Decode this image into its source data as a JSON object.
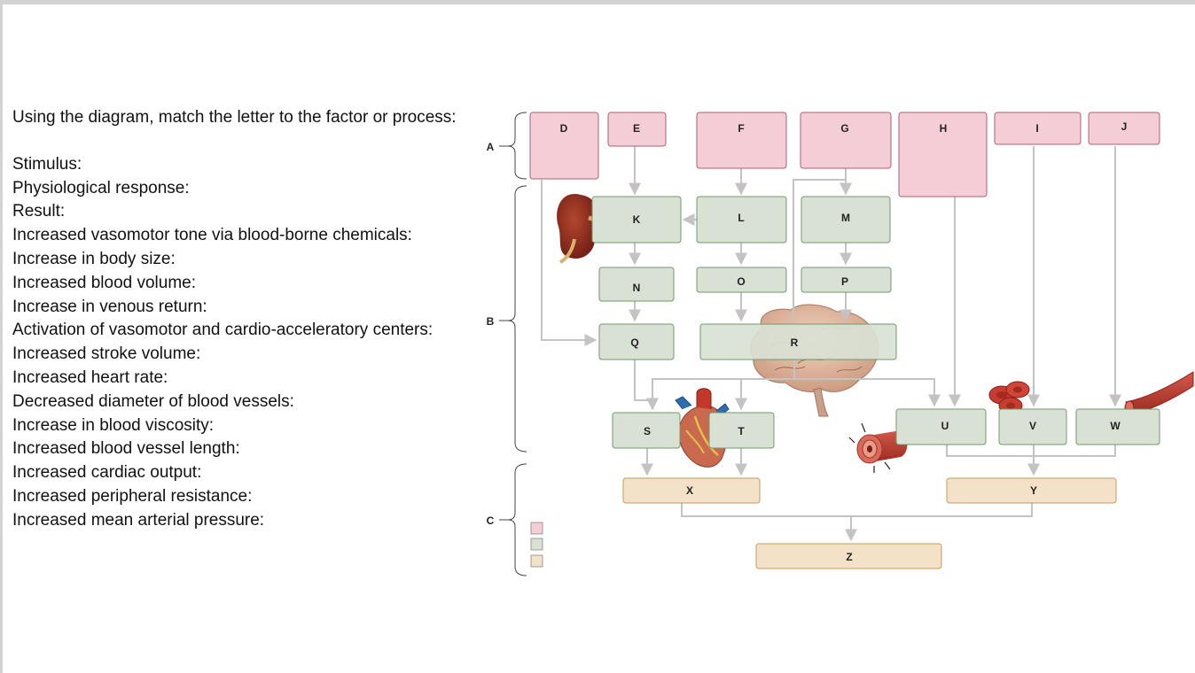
{
  "question": "Using the diagram, match the letter to the factor or process:",
  "items": [
    "Stimulus:",
    "Physiological response:",
    "Result:",
    "Increased vasomotor tone via blood-borne chemicals:",
    "Increase in body size:",
    "Increased blood volume:",
    "Increase in venous return:",
    "Activation of vasomotor and cardio-acceleratory centers:",
    "Increased stroke volume:",
    "Increased heart rate:",
    "Decreased diameter of blood vessels:",
    "Increase in blood viscosity:",
    "Increased blood vessel length:",
    "Increased cardiac output:",
    "Increased peripheral resistance:",
    "Increased mean arterial pressure:"
  ],
  "diagram": {
    "brackets": {
      "A": "A",
      "B": "B",
      "C": "C"
    },
    "boxes": {
      "D": "D",
      "E": "E",
      "F": "F",
      "G": "G",
      "H": "H",
      "I": "I",
      "J": "J",
      "K": "K",
      "L": "L",
      "M": "M",
      "N": "N",
      "O": "O",
      "P": "P",
      "Q": "Q",
      "R": "R",
      "S": "S",
      "T": "T",
      "U": "U",
      "V": "V",
      "W": "W",
      "X": "X",
      "Y": "Y",
      "Z": "Z"
    },
    "colors": {
      "stimulus": "#f5cdd6",
      "response": "#d9e1d4",
      "result": "#f3e2c8",
      "box_border_stimulus": "#b06070",
      "box_border_response": "#6f9a6a",
      "box_border_result": "#c49a5e",
      "arrow": "#c3c3c3"
    }
  }
}
